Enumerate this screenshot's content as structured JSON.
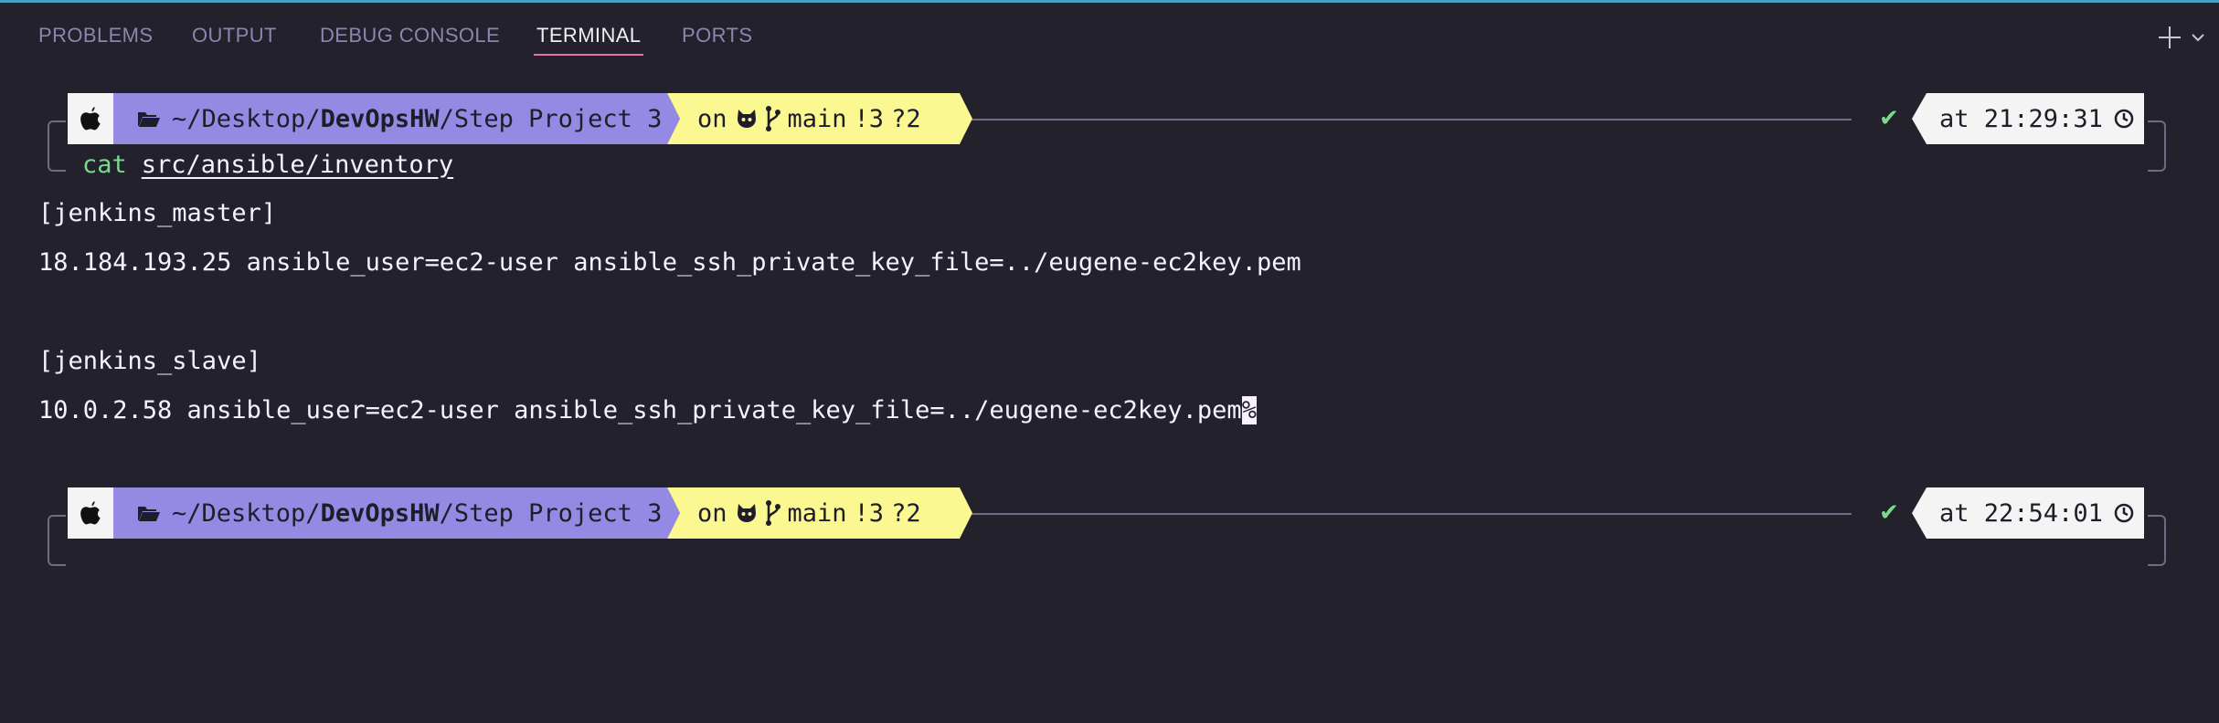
{
  "colors": {
    "background": "#22212c",
    "tab_active_underline": "#e5739f",
    "path_segment": "#948ae3",
    "git_segment": "#fbf791",
    "command_green": "#7bd88f"
  },
  "tabs": [
    {
      "label": "PROBLEMS"
    },
    {
      "label": "OUTPUT"
    },
    {
      "label": "DEBUG CONSOLE"
    },
    {
      "label": "TERMINAL",
      "active": true
    },
    {
      "label": "PORTS"
    }
  ],
  "panel_actions": {
    "new_terminal_icon": "plus-icon",
    "dropdown_icon": "chevron-down-icon"
  },
  "prompts": [
    {
      "os_icon": "apple-icon",
      "folder_icon": "folder-icon",
      "path_prefix": "~/Desktop/",
      "path_bold": "DevOpsHW",
      "path_suffix": "/Step Project 3",
      "git_on": "on",
      "git_icons": [
        "github-icon",
        "git-branch-icon"
      ],
      "branch": "main",
      "modified": "!3",
      "untracked": "?2",
      "status": "✔",
      "time_prefix": "at",
      "time": "21:29:31",
      "clock_icon": "clock-icon",
      "command": "cat",
      "argument": "src/ansible/inventory"
    },
    {
      "os_icon": "apple-icon",
      "folder_icon": "folder-icon",
      "path_prefix": "~/Desktop/",
      "path_bold": "DevOpsHW",
      "path_suffix": "/Step Project 3",
      "git_on": "on",
      "git_icons": [
        "github-icon",
        "git-branch-icon"
      ],
      "branch": "main",
      "modified": "!3",
      "untracked": "?2",
      "status": "✔",
      "time_prefix": "at",
      "time": "22:54:01",
      "clock_icon": "clock-icon"
    }
  ],
  "output_lines": [
    "[jenkins_master]",
    "18.184.193.25 ansible_user=ec2-user ansible_ssh_private_key_file=../eugene-ec2key.pem",
    "[jenkins_slave]",
    "10.0.2.58 ansible_user=ec2-user ansible_ssh_private_key_file=../eugene-ec2key.pem"
  ],
  "cursor_char": "%"
}
